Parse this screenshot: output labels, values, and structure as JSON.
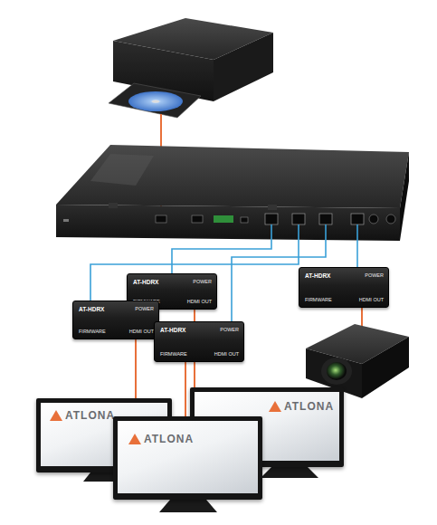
{
  "diagram": {
    "nodes": [
      {
        "text": [
          "AT-HDRX",
          "POWER",
          "FIRMWARE",
          "HDMI OUT"
        ]
      },
      {
        "text": [
          "AT-HDRX",
          "POWER",
          "FIRMWARE",
          "HDMI OUT"
        ]
      },
      {
        "text": [
          "AT-HDRX",
          "POWER",
          "FIRMWARE",
          "HDMI OUT"
        ]
      },
      {
        "text": [
          "AT-HDRX",
          "POWER",
          "FIRMWARE",
          "HDMI OUT"
        ]
      },
      {
        "text": [
          "ATLONA"
        ]
      },
      {
        "text": [
          "ATLONA"
        ]
      },
      {
        "text": [
          "ATLONA"
        ]
      }
    ],
    "edges": [
      {
        "from": 2,
        "to": 4,
        "arrow": "none"
      },
      {
        "from": 0,
        "to": 5,
        "arrow": "none"
      },
      {
        "from": 3,
        "to": 6,
        "arrow": "none"
      }
    ]
  }
}
